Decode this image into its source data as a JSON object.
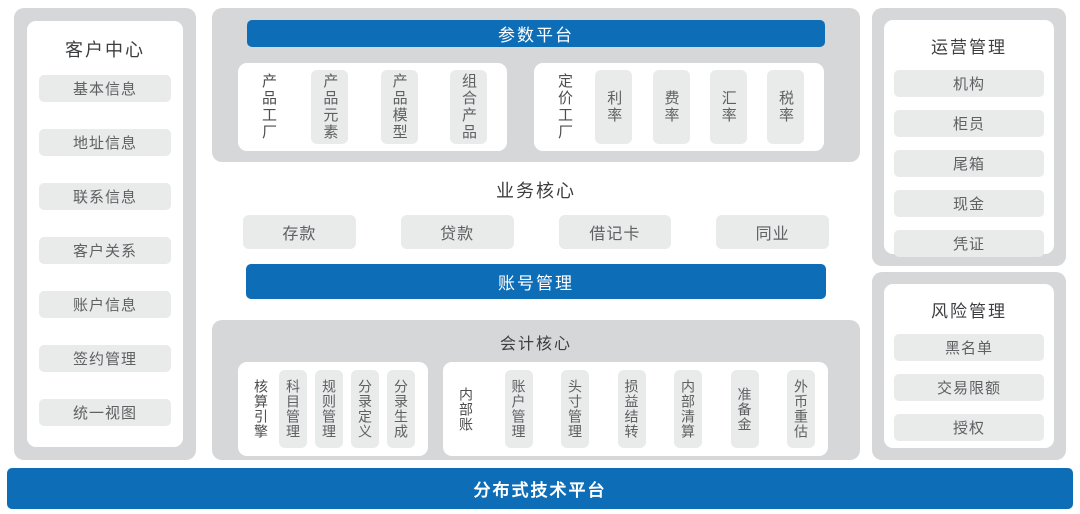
{
  "colors": {
    "accent_blue": "#0d6eb7",
    "panel_gray": "#d6d7d9",
    "chip_gray": "#e9eaea",
    "text_dark": "#3d3e40",
    "text_chip": "#5f6062"
  },
  "customer_center": {
    "title": "客户中心",
    "items": [
      "基本信息",
      "地址信息",
      "联系信息",
      "客户关系",
      "账户信息",
      "签约管理",
      "统一视图"
    ]
  },
  "parameter_platform": {
    "title": "参数平台",
    "groups": [
      {
        "label": "产品工厂",
        "items": [
          "产品元素",
          "产品模型",
          "组合产品"
        ]
      },
      {
        "label": "定价工厂",
        "items": [
          "利率",
          "费率",
          "汇率",
          "税率"
        ]
      }
    ]
  },
  "business_core": {
    "title": "业务核心",
    "items": [
      "存款",
      "贷款",
      "借记卡",
      "同业"
    ],
    "account_bar": "账号管理"
  },
  "accounting_core": {
    "title": "会计核心",
    "groups": [
      {
        "label": "核算引擎",
        "items": [
          "科目管理",
          "规则管理",
          "分录定义",
          "分录生成"
        ]
      },
      {
        "label": "内部账",
        "items": [
          "账户管理",
          "头寸管理",
          "损益结转",
          "内部清算",
          "准备金",
          "外币重估"
        ]
      }
    ]
  },
  "operations": {
    "title": "运营管理",
    "items": [
      "机构",
      "柜员",
      "尾箱",
      "现金",
      "凭证"
    ]
  },
  "risk": {
    "title": "风险管理",
    "items": [
      "黑名单",
      "交易限额",
      "授权"
    ]
  },
  "bottom_bar": {
    "label": "分布式技术平台"
  }
}
